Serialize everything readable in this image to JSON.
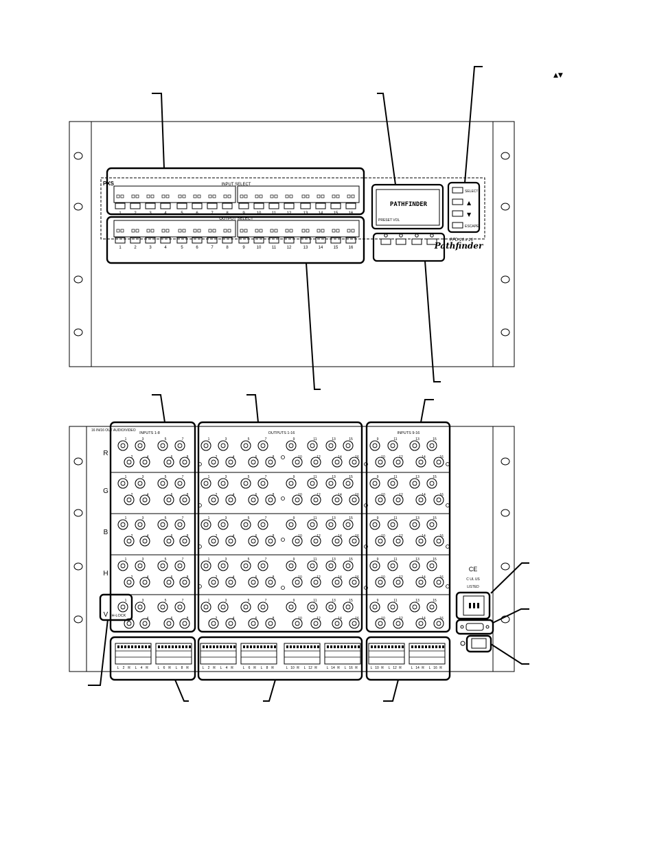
{
  "corner_glyph": "▲▼",
  "front": {
    "brand_tag": "PXS",
    "input_select_label": "INPUT SELECT",
    "output_select_label": "OUTPUT SELECT",
    "button_numbers": [
      "1",
      "2",
      "3",
      "4",
      "5",
      "6",
      "7",
      "8",
      "9",
      "10",
      "11",
      "12",
      "13",
      "14",
      "15",
      "16"
    ],
    "display_text": "PATHFINDER",
    "preset_label": "PRESET VOL",
    "select_label": "SELECT",
    "up_glyph": "▲",
    "down_glyph": "▼",
    "escape_label": "ESCAPE",
    "model_label": "PFD-16 x 16",
    "logo_text": "Pathfinder"
  },
  "rear": {
    "panel_title": "16 IN/16 OUT AUDIO/VIDEO",
    "inputs_left_label": "INPUTS 1-8",
    "outputs_label": "OUTPUTS 1-16",
    "inputs_right_label": "INPUTS 9-16",
    "row_letters": [
      "R",
      "G",
      "B",
      "H",
      "V"
    ],
    "hlock_label": "H-LOCK",
    "connector_top_left": [
      "1",
      "3",
      "5",
      "7"
    ],
    "connector_bottom_left": [
      "2",
      "4",
      "6",
      "8"
    ],
    "connector_top_right": [
      "9",
      "11",
      "13",
      "15"
    ],
    "connector_bottom_right": [
      "10",
      "12",
      "14",
      "16"
    ],
    "audio_labels_a": [
      "L",
      "2",
      "R",
      "L",
      "4",
      "R"
    ],
    "audio_labels_b": [
      "L",
      "6",
      "R",
      "L",
      "8",
      "R"
    ],
    "audio_labels_c": [
      "L",
      "10",
      "R",
      "L",
      "12",
      "R"
    ],
    "audio_labels_d": [
      "L",
      "14",
      "R",
      "L",
      "16",
      "R"
    ],
    "ce_mark": "CE",
    "ul_text": "C UL US",
    "listed_text": "LISTED"
  }
}
